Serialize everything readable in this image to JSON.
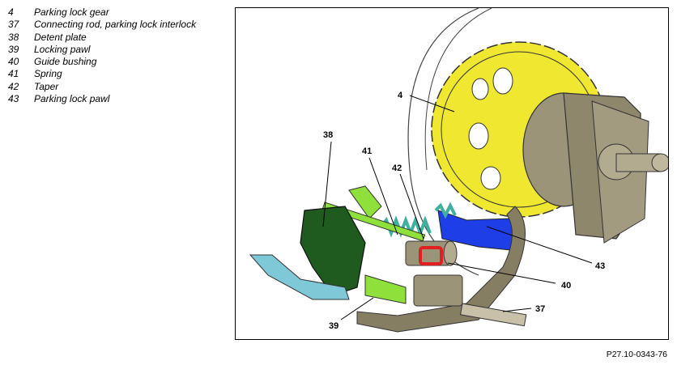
{
  "legend": [
    {
      "num": "4",
      "label": "Parking lock gear"
    },
    {
      "num": "37",
      "label": "Connecting rod, parking lock interlock"
    },
    {
      "num": "38",
      "label": "Detent plate"
    },
    {
      "num": "39",
      "label": "Locking pawl"
    },
    {
      "num": "40",
      "label": "Guide bushing"
    },
    {
      "num": "41",
      "label": "Spring"
    },
    {
      "num": "42",
      "label": "Taper"
    },
    {
      "num": "43",
      "label": "Parking lock pawl"
    }
  ],
  "callouts": {
    "c4": "4",
    "c37": "37",
    "c38": "38",
    "c39": "39",
    "c40": "40",
    "c41": "41",
    "c42": "42",
    "c43": "43"
  },
  "figure_ref": "P27.10-0343-76",
  "colors": {
    "gear": "#f0e830",
    "pawl": "#1e3ee8",
    "detent_plate": "#1f5a1e",
    "rod": "#8fe03a",
    "spring": "#3fb0a0",
    "taper": "#e02020",
    "shaft": "#9c9478",
    "lever": "#7ec8d8"
  }
}
